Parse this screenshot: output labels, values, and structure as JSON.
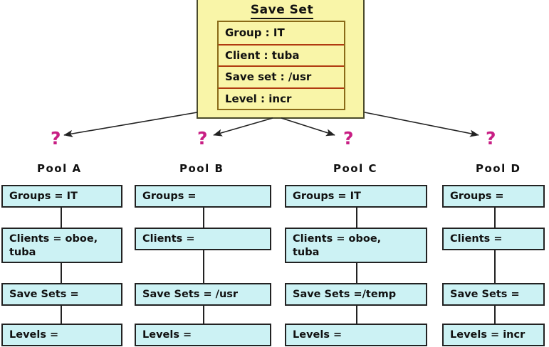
{
  "diagram": {
    "title": "Save Set pool selection diagram",
    "colors": {
      "card_bg": "#f9f5a8",
      "card_border": "#4a4a2a",
      "attr_border": "#8a6a18",
      "attr_divider": "#b03a10",
      "pool_bg": "#ccf2f4",
      "pool_border": "#222222",
      "question_mark": "#c81e84",
      "arrow": "#222222",
      "background": "#ffffff"
    }
  },
  "saveset": {
    "title": "Save Set",
    "attributes": [
      {
        "label": "Group : IT"
      },
      {
        "label": "Client : tuba"
      },
      {
        "label": "Save set : /usr"
      },
      {
        "label": "Level : incr"
      }
    ]
  },
  "question_marks": [
    {
      "glyph": "?",
      "target": "Pool A"
    },
    {
      "glyph": "?",
      "target": "Pool B"
    },
    {
      "glyph": "?",
      "target": "Pool C"
    },
    {
      "glyph": "?",
      "target": "Pool D"
    }
  ],
  "pools": [
    {
      "label": "Pool  A",
      "rows": [
        {
          "text": "Groups = IT"
        },
        {
          "text": "Clients = oboe,\ntuba"
        },
        {
          "text": "Save Sets ="
        },
        {
          "text": "Levels ="
        }
      ]
    },
    {
      "label": "Pool  B",
      "rows": [
        {
          "text": "Groups ="
        },
        {
          "text": "Clients ="
        },
        {
          "text": "Save Sets = /usr"
        },
        {
          "text": "Levels ="
        }
      ]
    },
    {
      "label": "Pool  C",
      "rows": [
        {
          "text": "Groups = IT"
        },
        {
          "text": "Clients = oboe,\ntuba"
        },
        {
          "text": "Save Sets =/temp"
        },
        {
          "text": "Levels ="
        }
      ]
    },
    {
      "label": "Pool  D",
      "rows": [
        {
          "text": "Groups ="
        },
        {
          "text": "Clients ="
        },
        {
          "text": "Save Sets ="
        },
        {
          "text": "Levels = incr"
        }
      ]
    }
  ]
}
